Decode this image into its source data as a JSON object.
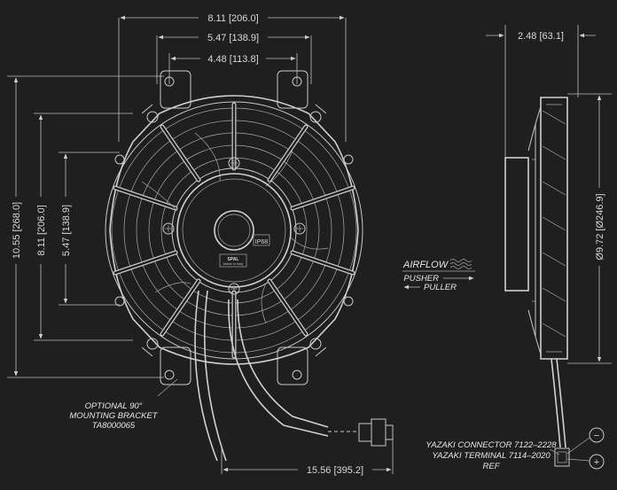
{
  "dimensions": {
    "top_overall": "8.11 [206.0]",
    "top_mount_outer": "5.47 [138.9]",
    "top_mount_inner": "4.48 [113.8]",
    "left_overall": "10.55 [268.0]",
    "left_mid": "8.11 [206.0]",
    "left_inner": "5.47 [138.9]",
    "side_depth": "2.48 [63.1]",
    "side_diameter": "Ø9.72 [Ø246.9]",
    "lead_length": "15.56 [395.2]"
  },
  "hub": {
    "rating": "IP68",
    "brand": "SPAL",
    "origin": "Made in Italy"
  },
  "airflow": {
    "title": "AIRFLOW",
    "pusher": "PUSHER",
    "puller": "PULLER"
  },
  "bracket_note": {
    "line1": "OPTIONAL 90°",
    "line2": "MOUNTING BRACKET",
    "line3": "TA8000065"
  },
  "connector_note": {
    "line1": "YAZAKI CONNECTOR 7122–2228",
    "line2": "YAZAKI TERMINAL 7114–2020",
    "line3": "REF"
  },
  "polarity": {
    "negative": "−",
    "positive": "+"
  }
}
